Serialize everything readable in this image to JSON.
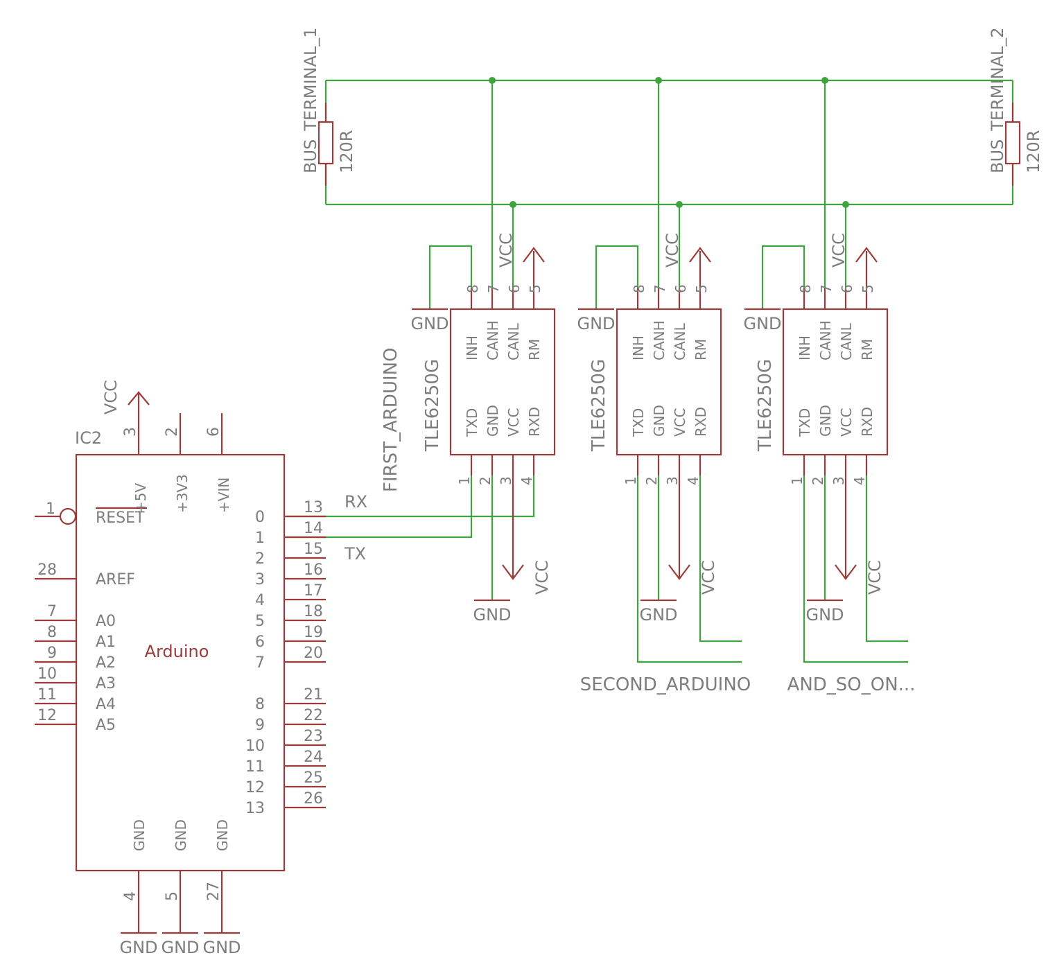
{
  "arduino": {
    "name": "IC2",
    "value": "Arduino",
    "power_pins": [
      {
        "num": "3",
        "label": "+5V"
      },
      {
        "num": "2",
        "label": "+3V3"
      },
      {
        "num": "6",
        "label": "+VIN"
      }
    ],
    "reset": {
      "num": "1",
      "label": "RESET"
    },
    "left_pins": [
      {
        "num": "28",
        "label": "AREF"
      },
      {
        "num": "7",
        "label": "A0"
      },
      {
        "num": "8",
        "label": "A1"
      },
      {
        "num": "9",
        "label": "A2"
      },
      {
        "num": "10",
        "label": "A3"
      },
      {
        "num": "11",
        "label": "A4"
      },
      {
        "num": "12",
        "label": "A5"
      }
    ],
    "right_pins": [
      {
        "num": "13",
        "label": "0"
      },
      {
        "num": "14",
        "label": "1"
      },
      {
        "num": "15",
        "label": "2"
      },
      {
        "num": "16",
        "label": "3"
      },
      {
        "num": "17",
        "label": "4"
      },
      {
        "num": "18",
        "label": "5"
      },
      {
        "num": "19",
        "label": "6"
      },
      {
        "num": "20",
        "label": "7"
      },
      {
        "num": "21",
        "label": "8"
      },
      {
        "num": "22",
        "label": "9"
      },
      {
        "num": "23",
        "label": "10"
      },
      {
        "num": "24",
        "label": "11"
      },
      {
        "num": "25",
        "label": "12"
      },
      {
        "num": "26",
        "label": "13"
      }
    ],
    "gnd_pins": [
      {
        "num": "4",
        "label": "GND"
      },
      {
        "num": "5",
        "label": "GND"
      },
      {
        "num": "27",
        "label": "GND"
      }
    ]
  },
  "net_labels": {
    "vcc": "VCC",
    "gnd": "GND",
    "rx": "RX",
    "tx": "TX",
    "first": "FIRST_ARDUINO",
    "second": "SECOND_ARDUINO",
    "and_so_on": "AND_SO_ON..."
  },
  "transceivers": [
    {
      "value": "TLE6250G"
    },
    {
      "value": "TLE6250G"
    },
    {
      "value": "TLE6250G"
    }
  ],
  "transceiver_top_pins": [
    {
      "num": "8",
      "label": "INH"
    },
    {
      "num": "7",
      "label": "CANH"
    },
    {
      "num": "6",
      "label": "CANL"
    },
    {
      "num": "5",
      "label": "RM"
    }
  ],
  "transceiver_bottom_pins": [
    {
      "num": "1",
      "label": "TXD"
    },
    {
      "num": "2",
      "label": "GND"
    },
    {
      "num": "3",
      "label": "VCC"
    },
    {
      "num": "4",
      "label": "RXD"
    }
  ],
  "resistors": [
    {
      "name": "BUS_TERMINAL_1",
      "value": "120R"
    },
    {
      "name": "BUS_TERMINAL_2",
      "value": "120R"
    }
  ]
}
